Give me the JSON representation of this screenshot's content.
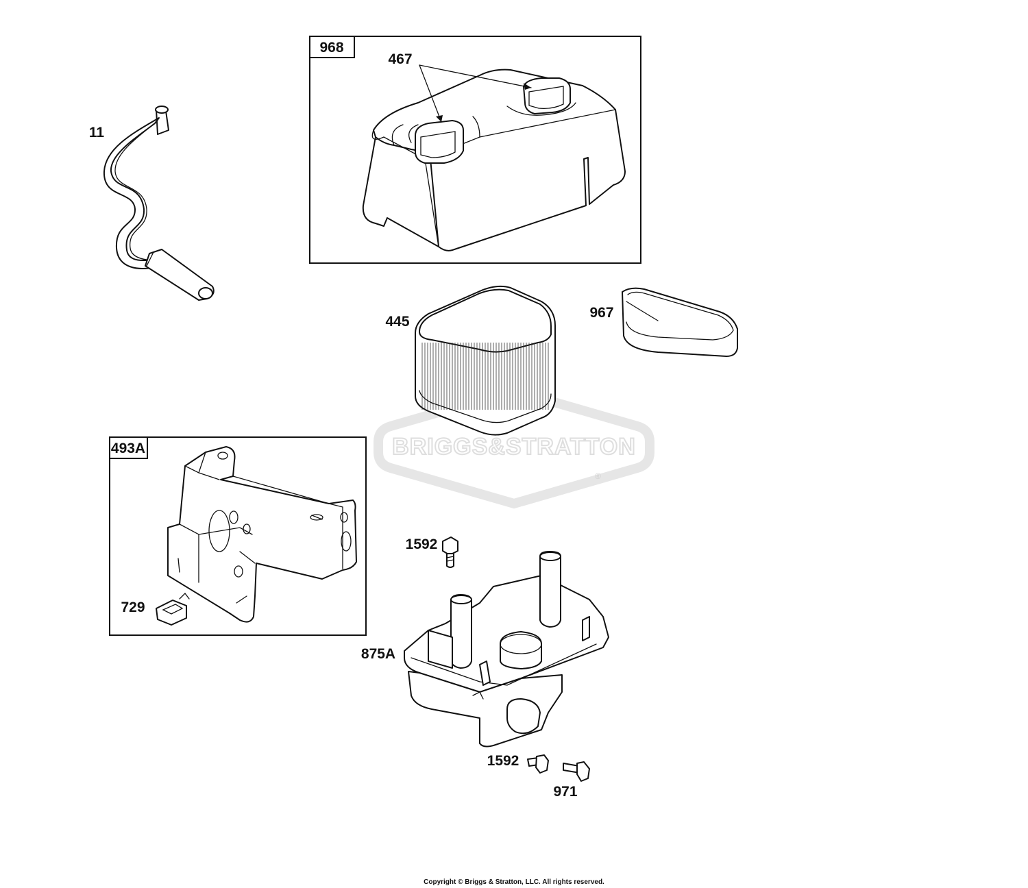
{
  "parts": {
    "hose": "11",
    "cover_kit": "968",
    "knob": "467",
    "filter": "445",
    "pre_cleaner": "967",
    "bracket_kit": "493A",
    "clip": "729",
    "screw_top": "1592",
    "base": "875A",
    "screw_bottom": "1592",
    "bolt": "971"
  },
  "watermark": {
    "brand": "BRIGGS&STRATTON",
    "mark": "®"
  },
  "copyright": "Copyright © Briggs & Stratton, LLC. All rights reserved."
}
